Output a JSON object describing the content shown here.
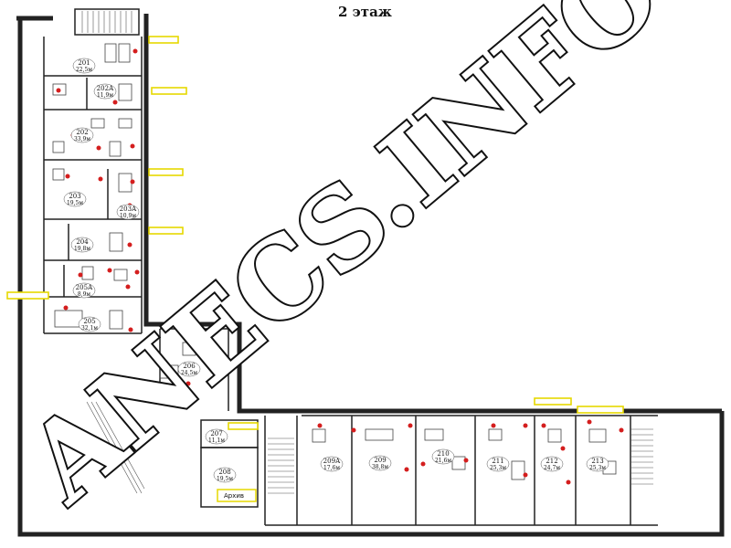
{
  "floor_title": "2 этаж",
  "watermark": "ANECS.INFO",
  "archive_label": "Архив",
  "rooms": [
    {
      "number": "201",
      "area": "22,5м"
    },
    {
      "number": "202А",
      "area": "11,9м"
    },
    {
      "number": "202",
      "area": "33,9м"
    },
    {
      "number": "203",
      "area": "19,5м"
    },
    {
      "number": "203А",
      "area": "10,9м"
    },
    {
      "number": "204",
      "area": "19,8м"
    },
    {
      "number": "205А",
      "area": "8,9м"
    },
    {
      "number": "205",
      "area": "32,1м"
    },
    {
      "number": "206",
      "area": "24,5м"
    },
    {
      "number": "207",
      "area": "11,1м"
    },
    {
      "number": "208",
      "area": "19,5м"
    },
    {
      "number": "209А",
      "area": "17,6м"
    },
    {
      "number": "209",
      "area": "38,8м"
    },
    {
      "number": "210",
      "area": "21,6м"
    },
    {
      "number": "211",
      "area": "25,3м"
    },
    {
      "number": "212",
      "area": "24,7м"
    },
    {
      "number": "213",
      "area": "25,3м"
    }
  ],
  "colors": {
    "wall": "#222222",
    "furniture": "#444444",
    "marker": "#d41e1e",
    "window_tag": "#f2e600",
    "watermark_fill": "#ffffff",
    "watermark_stroke": "#111111"
  }
}
